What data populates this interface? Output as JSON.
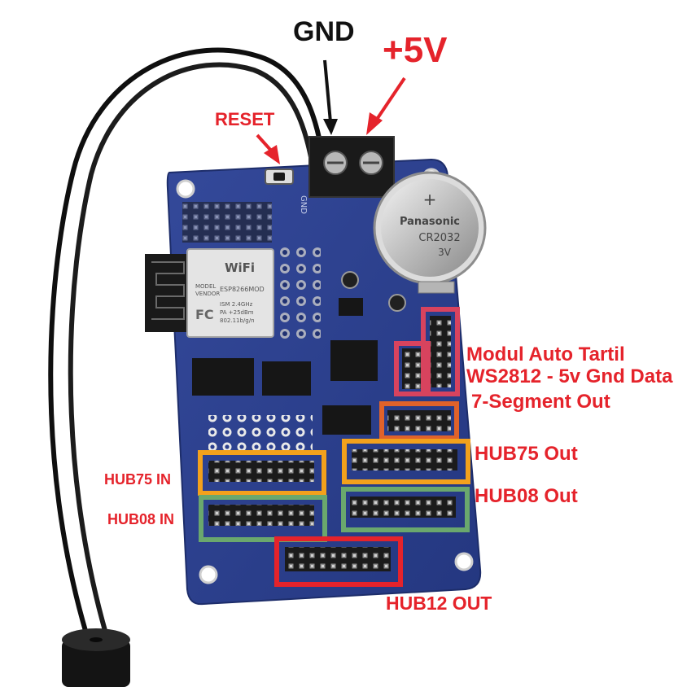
{
  "annotations": {
    "gnd": "GND",
    "plus5v": "+5V",
    "reset": "RESET",
    "modul_auto_tartil": "Modul Auto Tartil",
    "ws2812": "WS2812 - 5v Gnd Data",
    "seven_segment_out": "7-Segment Out",
    "hub75_out": "HUB75 Out",
    "hub08_out": "HUB08 Out",
    "hub75_in": "HUB75 IN",
    "hub08_in": "HUB08 IN",
    "hub12_out": "HUB12 OUT"
  },
  "board": {
    "wifi_module": {
      "wifi": "WiFi",
      "model": "MODEL",
      "vendor": "VENDOR",
      "model_value": "ESP8266MOD",
      "ism": "ISM 2.4GHz",
      "pa": "PA  +25dBm",
      "std": "802.11b/g/n",
      "fcc": "FC"
    },
    "battery": {
      "brand": "Panasonic",
      "model": "CR2032",
      "voltage": "3V",
      "polarity": "+"
    },
    "silk_gnd": "GND"
  },
  "colors": {
    "annotation_red": "#e5232b",
    "pcb_blue": "#2b3f8c",
    "hub75_box": "#f3a11c",
    "hub08_box": "#6aa86d",
    "hub12_box": "#e5232b",
    "ws2812_box": "#d8435e",
    "seven_segment_box": "#e0622a"
  }
}
